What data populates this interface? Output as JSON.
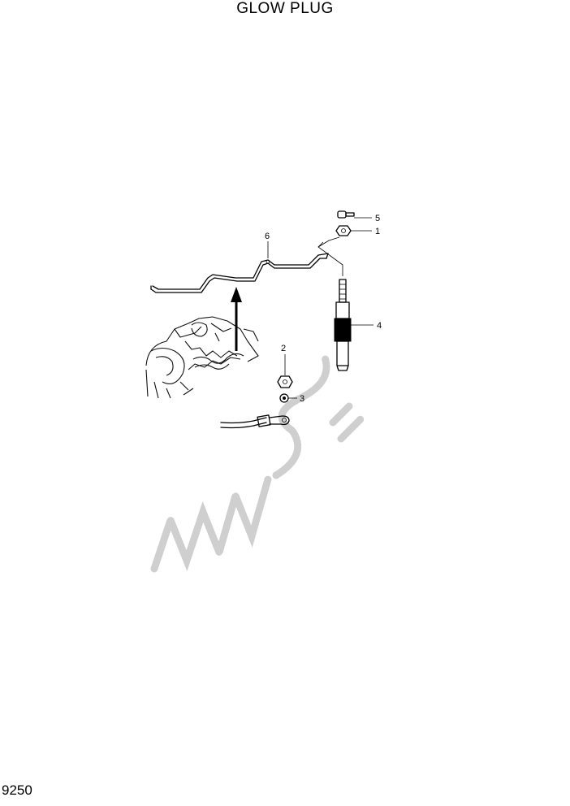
{
  "page": {
    "title": "GLOW PLUG",
    "number": "9250"
  },
  "callouts": {
    "c1": "1",
    "c2": "2",
    "c3": "3",
    "c4": "4",
    "c5": "5",
    "c6": "6"
  }
}
